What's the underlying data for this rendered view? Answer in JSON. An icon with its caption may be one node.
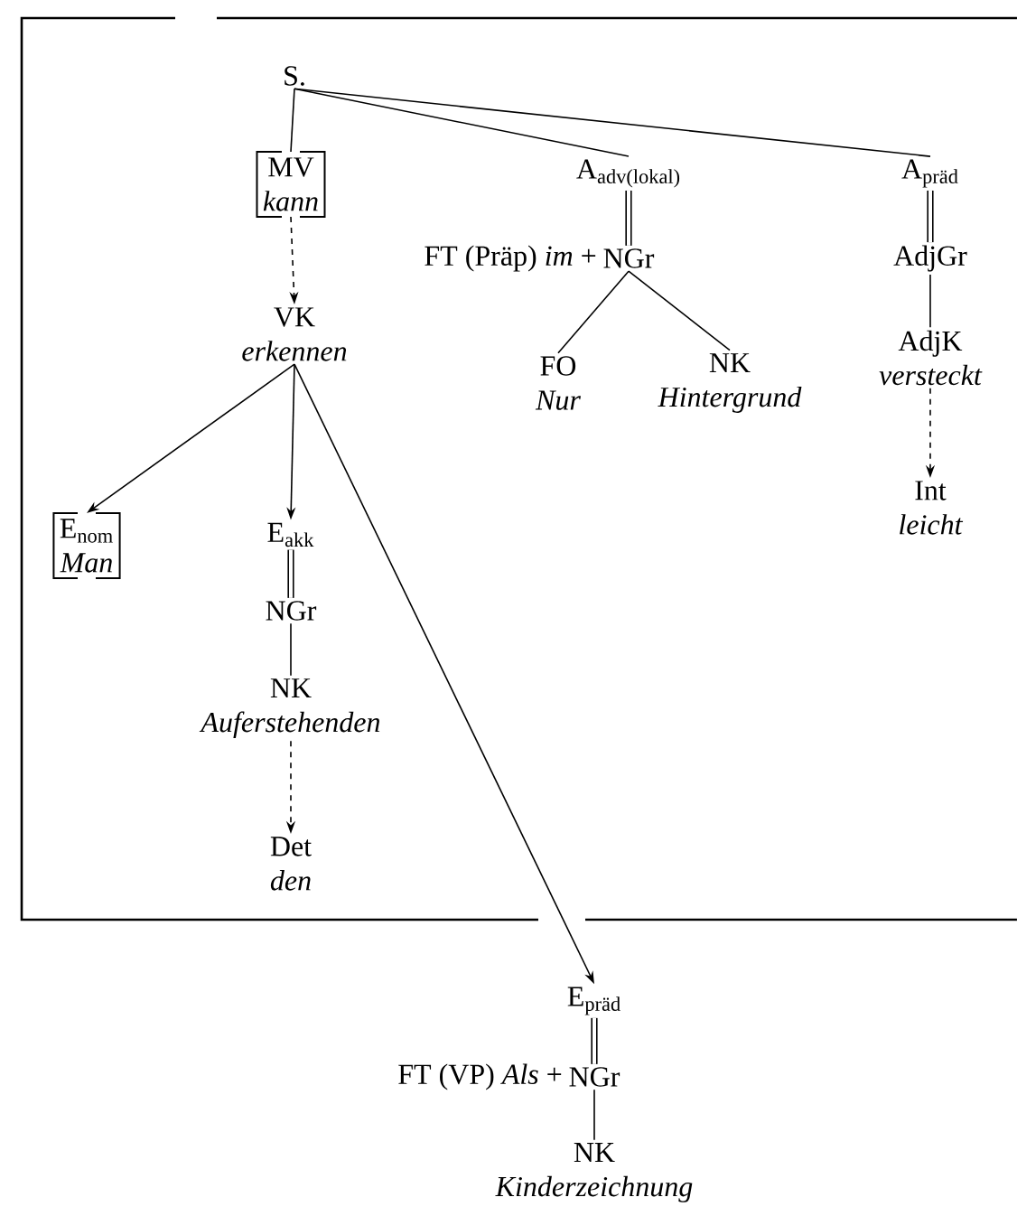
{
  "diagram": {
    "nodes": [
      {
        "text": [
          "S."
        ]
      },
      {
        "text": [
          "MV",
          "kann"
        ]
      },
      {
        "text": [
          "A$_{adv(lokal)}$"
        ]
      },
      {
        "text": [
          "A$_{präd}$"
        ]
      },
      {
        "text": [
          "NGr"
        ],
        "beside": [
          "FT (Präp) *im* +"
        ]
      },
      {
        "text": [
          "AdjGr"
        ]
      },
      {
        "text": [
          "VK",
          "erkennen"
        ]
      },
      {
        "text": [
          "FO",
          "Nur"
        ]
      },
      {
        "text": [
          "NK",
          "Hintergrund"
        ]
      },
      {
        "text": [
          "AdjK",
          "versteckt"
        ]
      },
      {
        "text": [
          "Int",
          "leicht"
        ]
      },
      {
        "text": [
          "E$_{nom}$",
          "Man"
        ]
      },
      {
        "text": [
          "E$_{akk}$"
        ]
      },
      {
        "text": [
          "NGr"
        ]
      },
      {
        "text": [
          "NK",
          "Auferstehenden"
        ]
      },
      {
        "text": [
          "Det",
          "den"
        ]
      },
      {
        "text": [
          "E$_{präd}$"
        ]
      },
      {
        "text": [
          "NGr"
        ],
        "beside": [
          "FT (VP) *Als* +"
        ]
      },
      {
        "text": [
          "NK",
          "Kinderzeichnung"
        ]
      }
    ],
    "edges": [
      {
        "from": 0,
        "to": 1,
        "arrow": "none"
      },
      {
        "from": 0,
        "to": 2,
        "arrow": "none"
      },
      {
        "from": 0,
        "to": 3,
        "arrow": "none"
      },
      {
        "from": 1,
        "to": 6,
        "arrow": "to",
        "style": "dashed"
      },
      {
        "from": 2,
        "to": 4,
        "arrow": "none",
        "style": "thick"
      },
      {
        "from": 3,
        "to": 5,
        "arrow": "none",
        "style": "thick"
      },
      {
        "from": 4,
        "to": 7,
        "arrow": "none"
      },
      {
        "from": 4,
        "to": 8,
        "arrow": "none"
      },
      {
        "from": 5,
        "to": 9,
        "arrow": "none"
      },
      {
        "from": 9,
        "to": 10,
        "arrow": "to",
        "style": "dashed"
      },
      {
        "from": 6,
        "to": 11,
        "arrow": "to"
      },
      {
        "from": 6,
        "to": 12,
        "arrow": "to"
      },
      {
        "from": 6,
        "to": 16,
        "arrow": "to"
      },
      {
        "from": 12,
        "to": 13,
        "arrow": "none",
        "style": "thick"
      },
      {
        "from": 13,
        "to": 14,
        "arrow": "none"
      },
      {
        "from": 14,
        "to": 15,
        "arrow": "to",
        "style": "dashed"
      },
      {
        "from": 16,
        "to": 17,
        "arrow": "none",
        "style": "thick"
      },
      {
        "from": 17,
        "to": 18,
        "arrow": "none"
      }
    ]
  }
}
